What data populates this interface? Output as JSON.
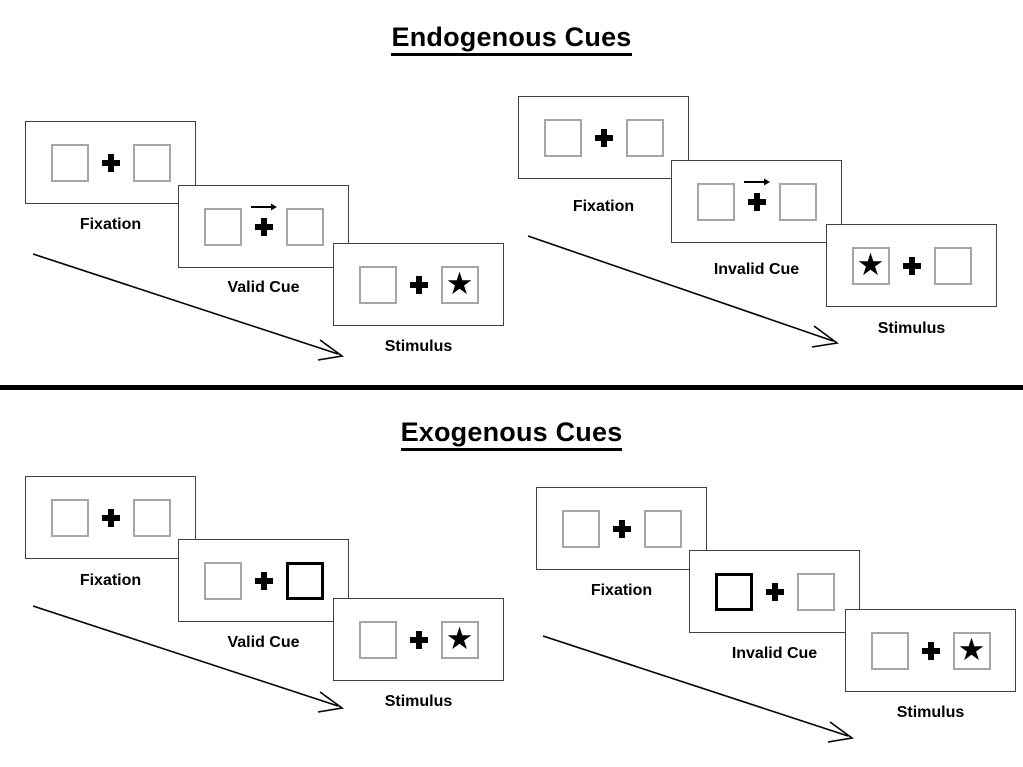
{
  "figure": {
    "title_endogenous": "Endogenous Cues",
    "title_exogenous": "Exogenous Cues",
    "colors": {
      "panel_border": "#3f3f3f",
      "box_border": "#a6a6a6",
      "cued_box_border": "#000000",
      "stimulus": "#000000",
      "divider": "#000000"
    }
  },
  "sections": [
    {
      "name": "endogenous",
      "title": "Endogenous Cues",
      "cue_type": "arrow",
      "sequences": [
        {
          "name": "valid",
          "panels": [
            {
              "label": "Fixation",
              "left_box": "empty",
              "right_box": "empty",
              "center": "fixation-cross",
              "arrow_cue": "none"
            },
            {
              "label": "Valid Cue",
              "left_box": "empty",
              "right_box": "empty",
              "center": "fixation-cross",
              "arrow_cue": "right"
            },
            {
              "label": "Stimulus",
              "left_box": "empty",
              "right_box": "star",
              "center": "fixation-cross",
              "arrow_cue": "none"
            }
          ]
        },
        {
          "name": "invalid",
          "panels": [
            {
              "label": "Fixation",
              "left_box": "empty",
              "right_box": "empty",
              "center": "fixation-cross",
              "arrow_cue": "none"
            },
            {
              "label": "Invalid Cue",
              "left_box": "empty",
              "right_box": "empty",
              "center": "fixation-cross",
              "arrow_cue": "right"
            },
            {
              "label": "Stimulus",
              "left_box": "star",
              "right_box": "empty",
              "center": "fixation-cross",
              "arrow_cue": "none"
            }
          ]
        }
      ]
    },
    {
      "name": "exogenous",
      "title": "Exogenous Cues",
      "cue_type": "box-brightening",
      "sequences": [
        {
          "name": "valid",
          "panels": [
            {
              "label": "Fixation",
              "left_box": "empty",
              "right_box": "empty",
              "center": "fixation-cross",
              "arrow_cue": "none"
            },
            {
              "label": "Valid Cue",
              "left_box": "empty",
              "right_box": "cued",
              "center": "fixation-cross",
              "arrow_cue": "none"
            },
            {
              "label": "Stimulus",
              "left_box": "empty",
              "right_box": "star",
              "center": "fixation-cross",
              "arrow_cue": "none"
            }
          ]
        },
        {
          "name": "invalid",
          "panels": [
            {
              "label": "Fixation",
              "left_box": "empty",
              "right_box": "empty",
              "center": "fixation-cross",
              "arrow_cue": "none"
            },
            {
              "label": "Invalid Cue",
              "left_box": "cued",
              "right_box": "empty",
              "center": "fixation-cross",
              "arrow_cue": "none"
            },
            {
              "label": "Stimulus",
              "left_box": "empty",
              "right_box": "star",
              "center": "fixation-cross",
              "arrow_cue": "none"
            }
          ]
        }
      ]
    }
  ],
  "labels": {
    "fixation": "Fixation",
    "valid_cue": "Valid Cue",
    "invalid_cue": "Invalid Cue",
    "stimulus": "Stimulus"
  },
  "glyphs": {
    "star": "★"
  }
}
